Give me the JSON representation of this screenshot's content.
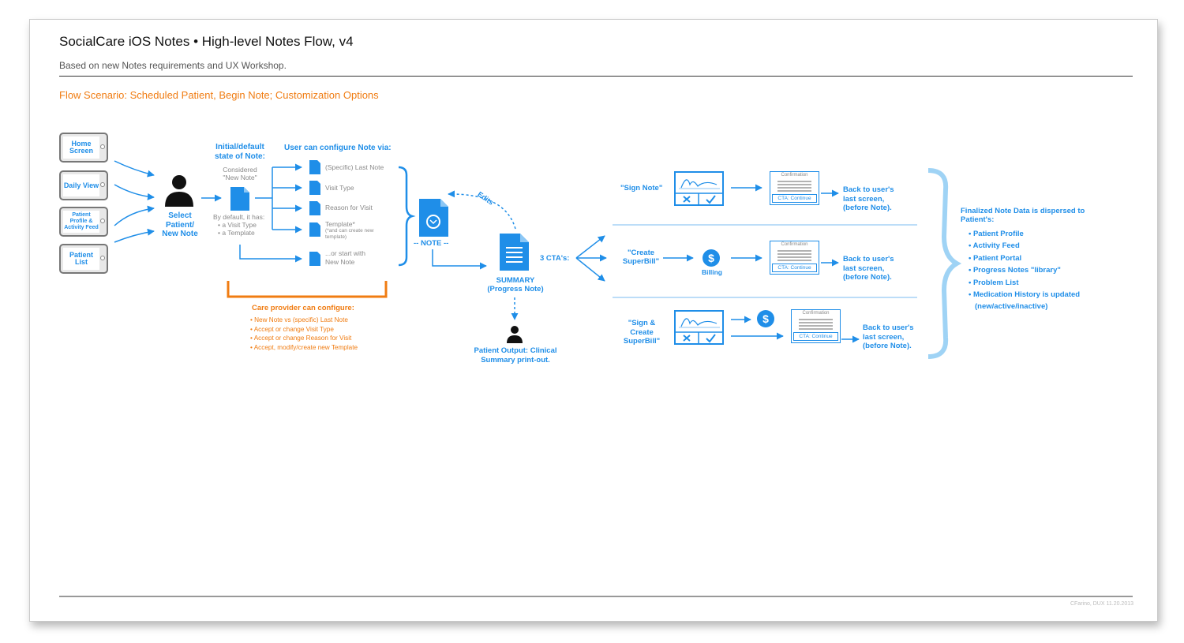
{
  "header": {
    "title": "SocialCare  iOS Notes  •  High-level Notes Flow, v4",
    "subtitle": "Based on new Notes requirements and UX Workshop.",
    "scenario": "Flow Scenario: Scheduled Patient, Begin Note; Customization Options"
  },
  "entry_screens": [
    "Home Screen",
    "Daily View",
    "Patient Profile & Activity Feed",
    "Patient List"
  ],
  "select_patient": "Select Patient/ New Note",
  "initial_state": {
    "heading": "Initial/default state of Note:",
    "considered": "Considered \"New Note\"",
    "default_intro": "By default, it has:",
    "defaults": [
      "• a Visit Type",
      "• a Template"
    ]
  },
  "configure": {
    "heading": "User can configure Note via:",
    "options": [
      "(Specific) Last Note",
      "Visit Type",
      "Reason for Visit",
      "Template*",
      "...or start with New Note"
    ],
    "template_note": "(*and can create new template)"
  },
  "care_provider": {
    "heading": "Care provider can configure:",
    "items": [
      "• New Note vs (specific) Last Note",
      "• Accept or change Visit Type",
      "• Accept or change Reason for Visit",
      "• Accept, modify/create new Template"
    ]
  },
  "note": {
    "label": "-- NOTE --",
    "edits": "Edits"
  },
  "summary": {
    "label": "SUMMARY (Progress Note)",
    "output": "Patient Output: Clinical Summary print-out."
  },
  "ctas_label": "3 CTA's:",
  "ctas": [
    {
      "label": "\"Sign Note\"",
      "back": "Back to user's last screen, (before Note)."
    },
    {
      "label": "\"Create SuperBill\"",
      "billing": "Billing",
      "back": "Back to user's last screen, (before Note)."
    },
    {
      "label": "\"Sign & Create SuperBill\"",
      "back": "Back to user's last screen, (before Note)."
    }
  ],
  "confirmation": {
    "title": "Confirmation",
    "cta": "CTA: Continue"
  },
  "finalized": {
    "heading": "Finalized Note Data is dispersed to Patient's:",
    "items": [
      "• Patient Profile",
      "• Activity Feed",
      "• Patient Portal",
      "• Progress Notes \"library\"",
      "• Problem List",
      "• Medication History is updated",
      "(new/active/inactive)"
    ]
  },
  "footer": "CFarino, DUX  11.20.2013",
  "colors": {
    "accent": "#1f8ee8",
    "orange": "#f07c12",
    "light_blue": "#9fd3f5"
  }
}
